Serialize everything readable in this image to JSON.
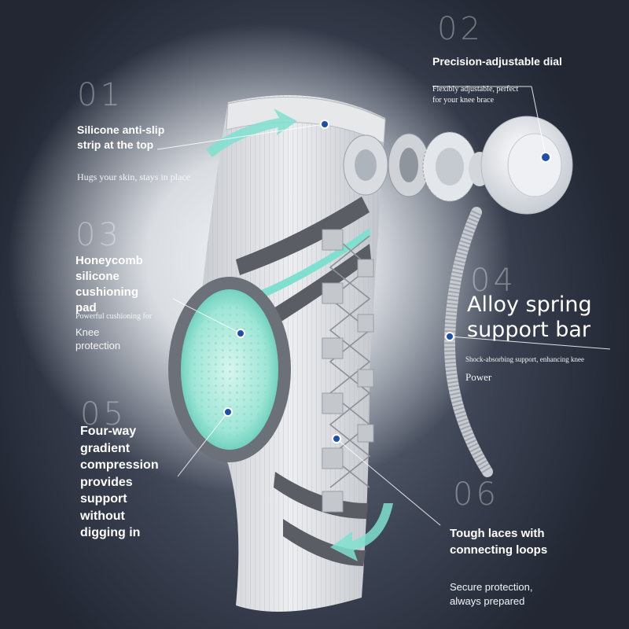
{
  "features": [
    {
      "number": "01",
      "title": "Silicone anti-slip strip at the top",
      "desc": "Hugs your skin, stays in place"
    },
    {
      "number": "02",
      "title": "Precision-adjustable dial",
      "desc": "Flexibly adjustable, perfect for your knee brace"
    },
    {
      "number": "03",
      "title": "Honeycomb silicone cushioning pad",
      "desc": "Powerful cushioning for",
      "desc2": "Knee protection"
    },
    {
      "number": "04",
      "title": "Alloy spring support bar",
      "desc": "Shock-absorbing support, enhancing knee",
      "desc2": "Power"
    },
    {
      "number": "05",
      "title": "Four-way gradient compression provides support without digging in"
    },
    {
      "number": "06",
      "title": "Tough laces with connecting loops",
      "desc": "Secure protection, always prepared"
    }
  ],
  "colors": {
    "accent": "#7fe0cf",
    "marker": "#1f4fa8",
    "sleeve": "#d8dadd",
    "stripe": "#5a5d63"
  }
}
